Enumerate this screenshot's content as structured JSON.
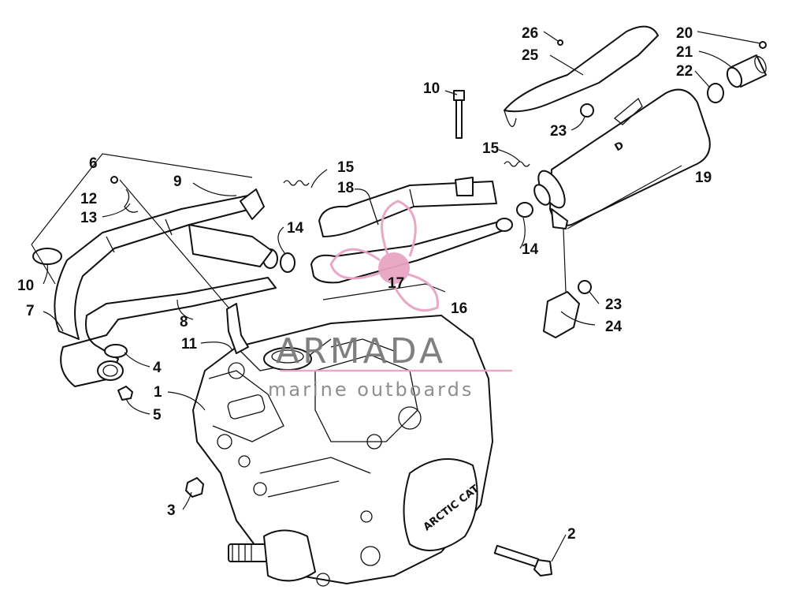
{
  "watermark": {
    "brand": "ARMADA",
    "tagline": "marine outboards",
    "accent_color": "#e7a4c3"
  },
  "engine_cover_text": "ARCTIC CAT",
  "callouts": [
    {
      "id": "c1",
      "label": "1"
    },
    {
      "id": "c2",
      "label": "2"
    },
    {
      "id": "c3",
      "label": "3"
    },
    {
      "id": "c4",
      "label": "4"
    },
    {
      "id": "c5",
      "label": "5"
    },
    {
      "id": "c6",
      "label": "6"
    },
    {
      "id": "c7",
      "label": "7"
    },
    {
      "id": "c8",
      "label": "8"
    },
    {
      "id": "c9",
      "label": "9"
    },
    {
      "id": "c10a",
      "label": "10"
    },
    {
      "id": "c10b",
      "label": "10"
    },
    {
      "id": "c11",
      "label": "11"
    },
    {
      "id": "c12",
      "label": "12"
    },
    {
      "id": "c13",
      "label": "13"
    },
    {
      "id": "c14a",
      "label": "14"
    },
    {
      "id": "c14b",
      "label": "14"
    },
    {
      "id": "c15a",
      "label": "15"
    },
    {
      "id": "c15b",
      "label": "15"
    },
    {
      "id": "c16",
      "label": "16"
    },
    {
      "id": "c17",
      "label": "17"
    },
    {
      "id": "c18",
      "label": "18"
    },
    {
      "id": "c19",
      "label": "19"
    },
    {
      "id": "c20",
      "label": "20"
    },
    {
      "id": "c21",
      "label": "21"
    },
    {
      "id": "c22",
      "label": "22"
    },
    {
      "id": "c23a",
      "label": "23"
    },
    {
      "id": "c23b",
      "label": "23"
    },
    {
      "id": "c24",
      "label": "24"
    },
    {
      "id": "c25",
      "label": "25"
    },
    {
      "id": "c26",
      "label": "26"
    }
  ]
}
